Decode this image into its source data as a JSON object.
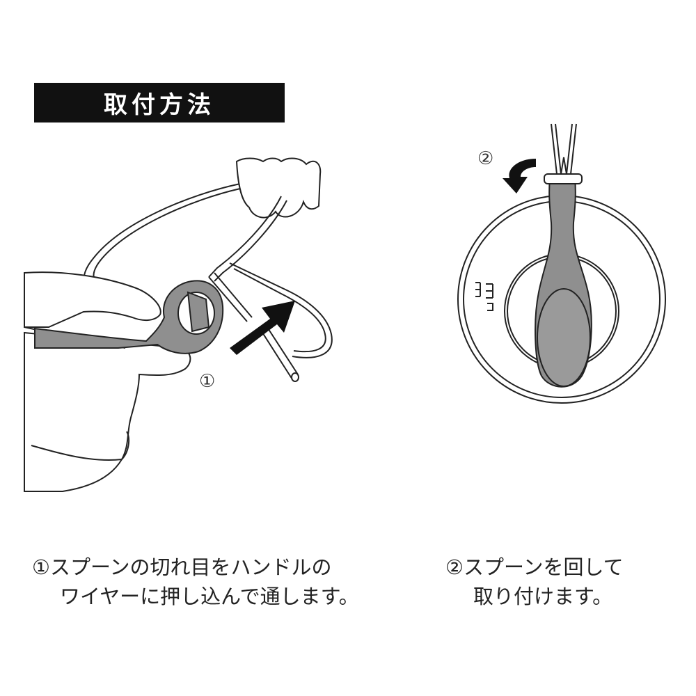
{
  "title": "取付方法",
  "step1": {
    "marker": "①",
    "caption_line1": "①スプーンの切れ目をハンドルの",
    "caption_line2": "ワイヤーに押し込んで通します。"
  },
  "step2": {
    "marker": "②",
    "caption_line1": "②スプーンを回して",
    "caption_line2": "取り付けます。"
  },
  "colors": {
    "spoon": "#8f8f8f",
    "line": "#222222",
    "title_bg": "#111111"
  }
}
